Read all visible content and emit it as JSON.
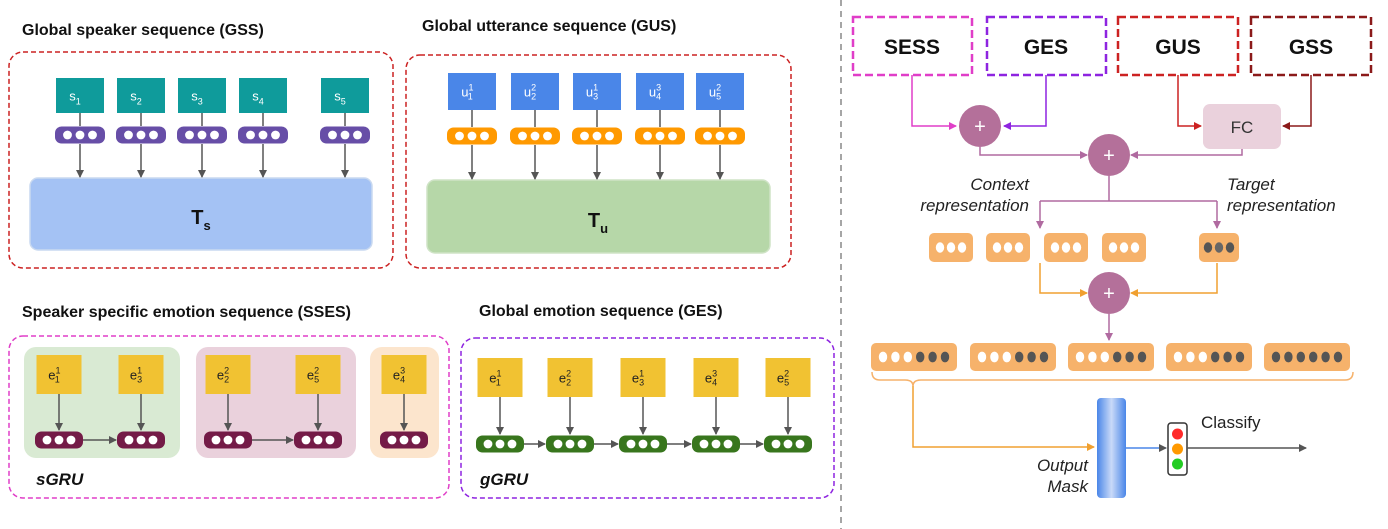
{
  "left_panel": {
    "gss": {
      "title": "Global speaker sequence (GSS)",
      "nodes": [
        [
          "s",
          "1",
          ""
        ],
        [
          "s",
          "2",
          ""
        ],
        [
          "s",
          "3",
          ""
        ],
        [
          "s",
          "4",
          ""
        ],
        [
          "s",
          "5",
          ""
        ]
      ],
      "transformer": [
        "T",
        "s"
      ]
    },
    "gus": {
      "title": "Global utterance sequence (GUS)",
      "nodes": [
        [
          "u",
          "1",
          "1"
        ],
        [
          "u",
          "2",
          "2"
        ],
        [
          "u",
          "3",
          "1"
        ],
        [
          "u",
          "4",
          "3"
        ],
        [
          "u",
          "5",
          "2"
        ]
      ],
      "transformer": [
        "T",
        "u"
      ]
    },
    "sses": {
      "title": "Speaker specific emotion sequence (SSES)",
      "groups": [
        {
          "nodes": [
            [
              "e",
              "1",
              "1"
            ],
            [
              "e",
              "3",
              "1"
            ]
          ]
        },
        {
          "nodes": [
            [
              "e",
              "2",
              "2"
            ],
            [
              "e",
              "5",
              "2"
            ]
          ]
        },
        {
          "nodes": [
            [
              "e",
              "4",
              "3"
            ]
          ]
        }
      ],
      "rnn_label": "sGRU"
    },
    "ges": {
      "title": "Global emotion sequence (GES)",
      "nodes": [
        [
          "e",
          "1",
          "1"
        ],
        [
          "e",
          "2",
          "2"
        ],
        [
          "e",
          "3",
          "1"
        ],
        [
          "e",
          "4",
          "3"
        ],
        [
          "e",
          "5",
          "2"
        ]
      ],
      "rnn_label": "gGRU"
    }
  },
  "right_panel": {
    "inputs": [
      "SESS",
      "GES",
      "GUS",
      "GSS"
    ],
    "fc_label": "FC",
    "plus_symbol": "+",
    "context_label": [
      "Context",
      "representation"
    ],
    "target_label": [
      "Target",
      "representation"
    ],
    "output_mask_label": [
      "Output",
      "Mask"
    ],
    "classify_label": "Classify"
  },
  "colors": {
    "teal": "#0f9b9b",
    "blue": "#4a86e8",
    "yellow": "#f1c232",
    "purple": "#674ea7",
    "orange_emb": "#ff9900",
    "maroon": "#741b47",
    "green_emb": "#38761d",
    "ts_fill": "#a4c2f4",
    "tu_fill": "#b6d7a8",
    "plus_fill": "#b4709a",
    "fc_fill": "#ead1dc",
    "peach": "#f6b26b"
  }
}
